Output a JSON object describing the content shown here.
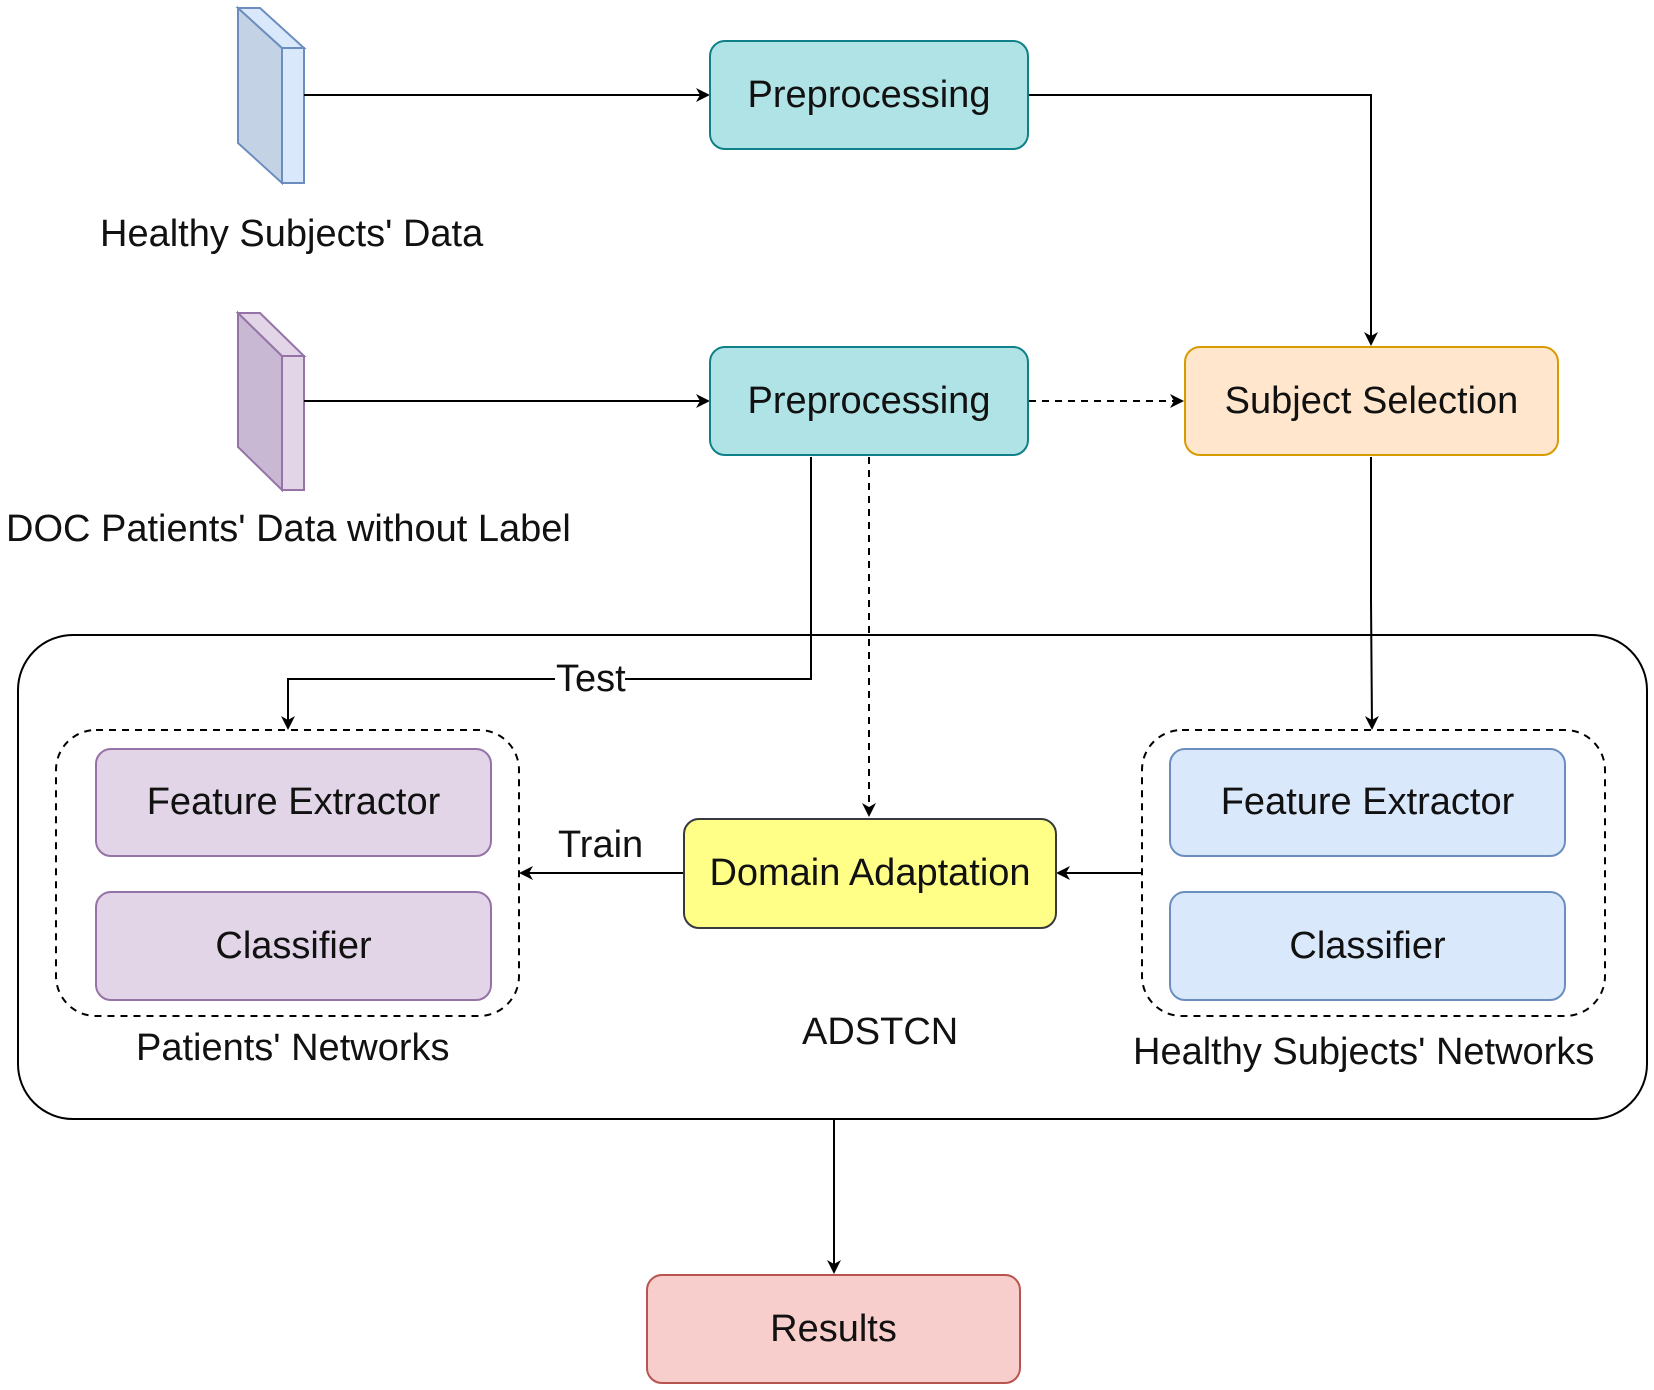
{
  "sources": {
    "healthy": {
      "label": "Healthy Subjects' Data",
      "color": "#c4d2e6",
      "side": "#dae8fc",
      "stroke": "#6c8ebf"
    },
    "patients": {
      "label": "DOC Patients' Data without Label",
      "color": "#c9b8d3",
      "side": "#e1d5e7",
      "stroke": "#9673a6"
    }
  },
  "nodes": {
    "preprocessing_top": "Preprocessing",
    "preprocessing_mid": "Preprocessing",
    "subject_selection": "Subject Selection",
    "domain_adaptation": "Domain Adaptation",
    "results": "Results"
  },
  "groups": {
    "adstcn": "ADSTCN",
    "patients_networks": {
      "title": "Patients' Networks",
      "feature_extractor": "Feature Extractor",
      "classifier": "Classifier"
    },
    "healthy_networks": {
      "title": "Healthy Subjects' Networks",
      "feature_extractor": "Feature Extractor",
      "classifier": "Classifier"
    }
  },
  "edge_labels": {
    "test": "Test",
    "train": "Train"
  }
}
